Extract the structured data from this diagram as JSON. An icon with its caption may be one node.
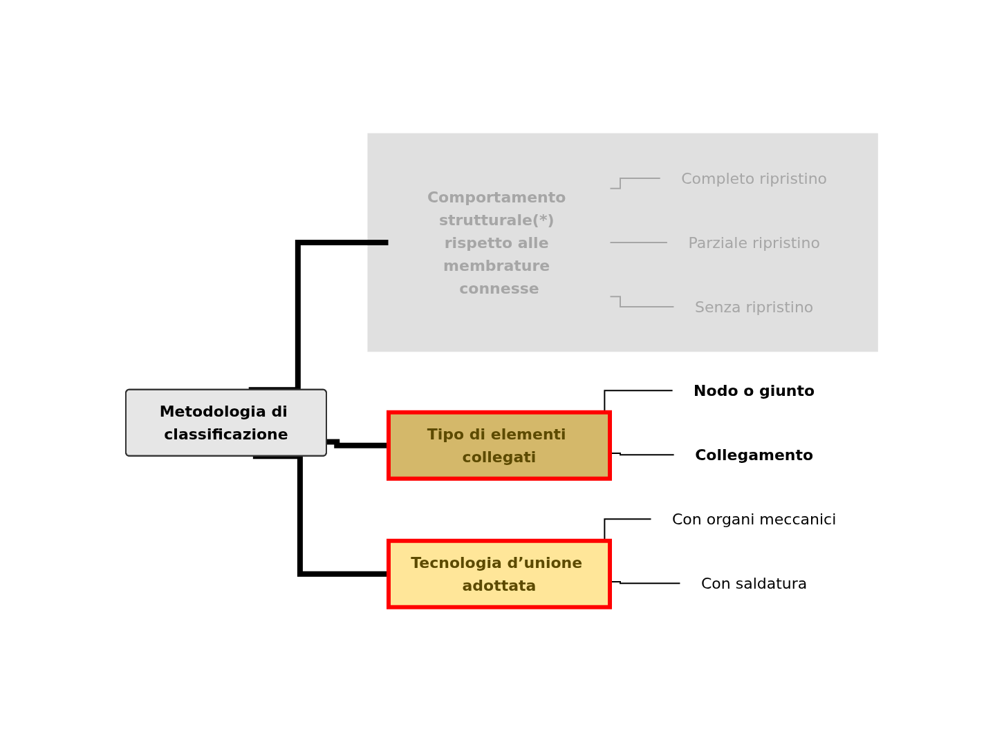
{
  "diagram": {
    "nodes": [
      {
        "text": [
          "Metodologia di classificazione"
        ]
      },
      {
        "text": [
          "Tipo di elementi collegati"
        ]
      },
      {
        "text": [
          "Nodo o giunto"
        ]
      },
      {
        "text": [
          "Collegamento"
        ]
      },
      {
        "text": [],
        "shape": "box"
      },
      {
        "text": [
          "Comportamento strutturale(*) rispetto alle membrature connesse"
        ],
        "in": 4
      },
      {
        "text": [
          "Completo ripristino"
        ],
        "in": 4
      },
      {
        "text": [
          "Parziale ripristino"
        ],
        "in": 4
      },
      {
        "text": [
          "Senza ripristino"
        ],
        "in": 4
      },
      {
        "text": [
          "Tecnologia d’unione adottata"
        ]
      },
      {
        "text": [
          "Con organi meccanici"
        ]
      },
      {
        "text": [
          "Con saldatura"
        ]
      }
    ],
    "edges": [
      {
        "from": 0,
        "to": 1,
        "arrow": "none",
        "style": "thick"
      },
      {
        "from": 0,
        "to": 5,
        "arrow": "none",
        "style": "thick"
      },
      {
        "from": 0,
        "to": 9,
        "arrow": "none",
        "style": "thick"
      },
      {
        "from": 1,
        "to": 2,
        "arrow": "none"
      },
      {
        "from": 1,
        "to": 3,
        "arrow": "none"
      },
      {
        "from": 5,
        "to": 6,
        "arrow": "none",
        "color": "#a6a6a6"
      },
      {
        "from": 5,
        "to": 7,
        "arrow": "none",
        "color": "#a6a6a6"
      },
      {
        "from": 5,
        "to": 8,
        "arrow": "none",
        "color": "#a6a6a6"
      },
      {
        "from": 9,
        "to": 10,
        "arrow": "none"
      },
      {
        "from": 9,
        "to": 11,
        "arrow": "none"
      }
    ]
  }
}
